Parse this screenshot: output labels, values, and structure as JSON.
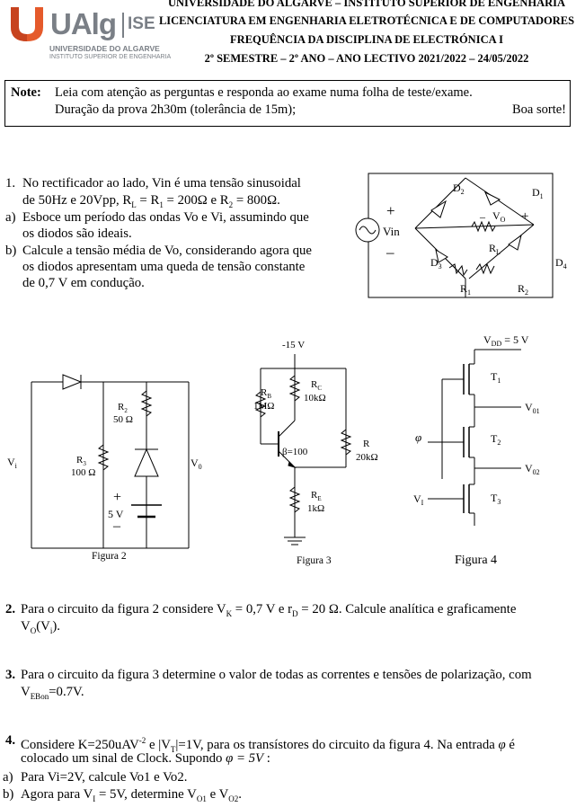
{
  "header": {
    "line1": "UNIVERSIDADE DO ALGARVE – INSTITUTO SUPERIOR DE ENGENHARIA",
    "line2": "LICENCIATURA EM ENGENHARIA ELETROTÉCNICA E DE COMPUTADORES",
    "line3": "FREQUÊNCIA DA DISCIPLINA DE ELECTRÓNICA I",
    "line4": "2º SEMESTRE – 2º ANO – ANO LECTIVO 2021/2022 – 24/05/2022"
  },
  "logo": {
    "ualg": "UAlg",
    "ise": "ISE",
    "line1": "UNIVERSIDADE DO ALGARVE",
    "line2": "INSTITUTO SUPERIOR DE ENGENHARIA"
  },
  "note": {
    "label": "Note:",
    "line1": "Leia com atenção as perguntas e responda ao exame numa folha de teste/exame.",
    "line2": "Duração da prova 2h30m (tolerância de 15m);",
    "closing": "Boa sorte!"
  },
  "q1": {
    "num": "1.",
    "l1": "No rectificador ao lado, Vin é uma tensão sinusoidal",
    "l2a": "de 50Hz e 20Vpp, R",
    "l2b": "L",
    "l2c": " = R",
    "l2d": "1",
    "l2e": " = 200Ω e R",
    "l2f": "2",
    "l2g": " = 800Ω.",
    "a_mark": "a)",
    "a1": "Esboce um período das ondas Vo e Vi, assumindo que",
    "a2": "os diodos são ideais.",
    "b_mark": "b)",
    "b1": "Calcule a tensão média de Vo, considerando agora que",
    "b2": "os diodos apresentam uma queda de tensão constante",
    "b3": "de 0,7 V em condução."
  },
  "fig1": {
    "d2": "D",
    "d2s": "2",
    "d1": "D",
    "d1s": "1",
    "d3": "D",
    "d3s": "3",
    "d4": "D",
    "d4s": "4",
    "vo": "V",
    "vos": "O",
    "rl": "R",
    "rls": "L",
    "r1": "R",
    "r1s": "1",
    "r2": "R",
    "r2s": "2",
    "vin": "Vin",
    "plus": "+",
    "minus": "–"
  },
  "fig2": {
    "r2": "R",
    "r2s": "2",
    "r2v": "50 Ω",
    "r3": "R",
    "r3s": "3",
    "r3v": "100 Ω",
    "vi": "V",
    "vis": "i",
    "vo": "V",
    "vos": "0",
    "src": "5 V",
    "plus": "+",
    "minus": "–",
    "label": "Figura 2"
  },
  "fig3": {
    "supply": "-15 V",
    "rb": "R",
    "rbs": "B",
    "rbv": "1MΩ",
    "rc": "R",
    "rcs": "C",
    "rcv": "10kΩ",
    "beta": "β=100",
    "r": "R",
    "rv": "20kΩ",
    "re": "R",
    "res": "E",
    "rev": "1kΩ",
    "label": "Figura 3"
  },
  "fig4": {
    "vdd": "V",
    "vdds": "DD",
    "vddv": " = 5 V",
    "t1": "T",
    "t1s": "1",
    "t2": "T",
    "t2s": "2",
    "t3": "T",
    "t3s": "3",
    "v01": "V",
    "v01s": "01",
    "v02": "V",
    "v02s": "02",
    "vi": "V",
    "vis": "I",
    "phi": "φ",
    "label": "Figura 4"
  },
  "q2": {
    "num": "2.",
    "t1": "Para o circuito da figura 2 considere V",
    "s1": "K",
    "t2": " = 0,7 V e r",
    "s2": "D",
    "t3": " = 20 Ω. Calcule analítica e graficamente",
    "t4": "V",
    "s4": "O",
    "t5": "(V",
    "s5": "i",
    "t6": ")."
  },
  "q3": {
    "num": "3.",
    "t1": "Para o circuito da figura 3 determine o valor de todas as correntes e tensões de polarização, com",
    "t2": "V",
    "s2": "EBon",
    "t3": "=0.7V."
  },
  "q4": {
    "num": "4.",
    "t1": "Considere K=250uAV",
    "sup1": "-2",
    "t2": " e ",
    "t3": "|V",
    "s3": "T",
    "t4": "|=1V, para os transístores do circuito da figura 4. Na entrada ",
    "phi": "φ",
    "t5": " é",
    "t6": "colocado um sinal de Clock. Supondo ",
    "eq": "φ = 5V",
    "t7": " :",
    "a_mark": "a)",
    "a": "Para Vi=2V, calcule Vo1 e Vo2.",
    "b_mark": "b)",
    "b1": "Agora para V",
    "b1s": "I",
    "b2": " = 5V, determine V",
    "b2s": "O1",
    "b3": " e V",
    "b3s": "O2",
    "b4": "."
  }
}
